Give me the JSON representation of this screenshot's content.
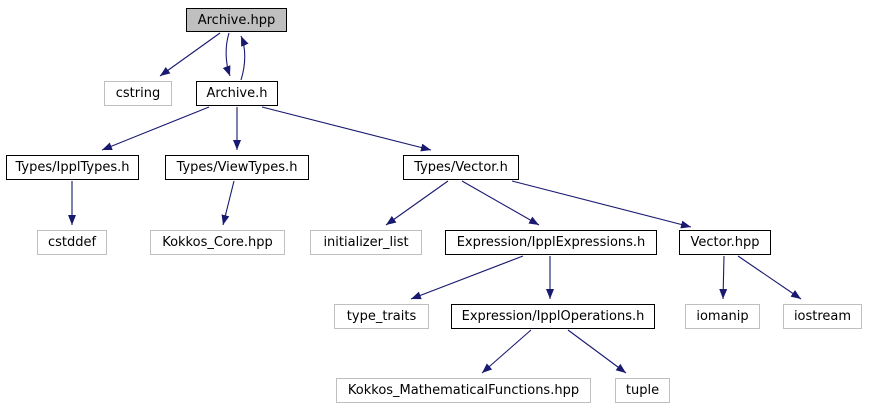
{
  "diagram": {
    "type": "include-dependency-graph",
    "edge_color": "#191970",
    "nodes": [
      {
        "id": "archive_hpp",
        "label": "Archive.hpp",
        "kind": "root",
        "fill": "#bfbfbf"
      },
      {
        "id": "cstring",
        "label": "cstring",
        "kind": "external"
      },
      {
        "id": "archive_h",
        "label": "Archive.h",
        "kind": "file"
      },
      {
        "id": "ippl_types",
        "label": "Types/IpplTypes.h",
        "kind": "file"
      },
      {
        "id": "view_types",
        "label": "Types/ViewTypes.h",
        "kind": "file"
      },
      {
        "id": "vector_h",
        "label": "Types/Vector.h",
        "kind": "file"
      },
      {
        "id": "cstddef",
        "label": "cstddef",
        "kind": "external"
      },
      {
        "id": "kokkos_core",
        "label": "Kokkos_Core.hpp",
        "kind": "external"
      },
      {
        "id": "initializer_list",
        "label": "initializer_list",
        "kind": "external"
      },
      {
        "id": "ippl_expressions",
        "label": "Expression/IpplExpressions.h",
        "kind": "file"
      },
      {
        "id": "vector_hpp",
        "label": "Vector.hpp",
        "kind": "file"
      },
      {
        "id": "type_traits",
        "label": "type_traits",
        "kind": "external"
      },
      {
        "id": "ippl_operations",
        "label": "Expression/IpplOperations.h",
        "kind": "file"
      },
      {
        "id": "iomanip",
        "label": "iomanip",
        "kind": "external"
      },
      {
        "id": "iostream",
        "label": "iostream",
        "kind": "external"
      },
      {
        "id": "kokkos_math",
        "label": "Kokkos_MathematicalFunctions.hpp",
        "kind": "external"
      },
      {
        "id": "tuple",
        "label": "tuple",
        "kind": "external"
      }
    ],
    "edges": [
      {
        "from": "archive_hpp",
        "to": "cstring"
      },
      {
        "from": "archive_hpp",
        "to": "archive_h"
      },
      {
        "from": "archive_h",
        "to": "archive_hpp"
      },
      {
        "from": "archive_h",
        "to": "ippl_types"
      },
      {
        "from": "archive_h",
        "to": "view_types"
      },
      {
        "from": "archive_h",
        "to": "vector_h"
      },
      {
        "from": "ippl_types",
        "to": "cstddef"
      },
      {
        "from": "view_types",
        "to": "kokkos_core"
      },
      {
        "from": "vector_h",
        "to": "initializer_list"
      },
      {
        "from": "vector_h",
        "to": "ippl_expressions"
      },
      {
        "from": "vector_h",
        "to": "vector_hpp"
      },
      {
        "from": "ippl_expressions",
        "to": "type_traits"
      },
      {
        "from": "ippl_expressions",
        "to": "ippl_operations"
      },
      {
        "from": "vector_hpp",
        "to": "iomanip"
      },
      {
        "from": "vector_hpp",
        "to": "iostream"
      },
      {
        "from": "ippl_operations",
        "to": "kokkos_math"
      },
      {
        "from": "ippl_operations",
        "to": "tuple"
      }
    ]
  }
}
